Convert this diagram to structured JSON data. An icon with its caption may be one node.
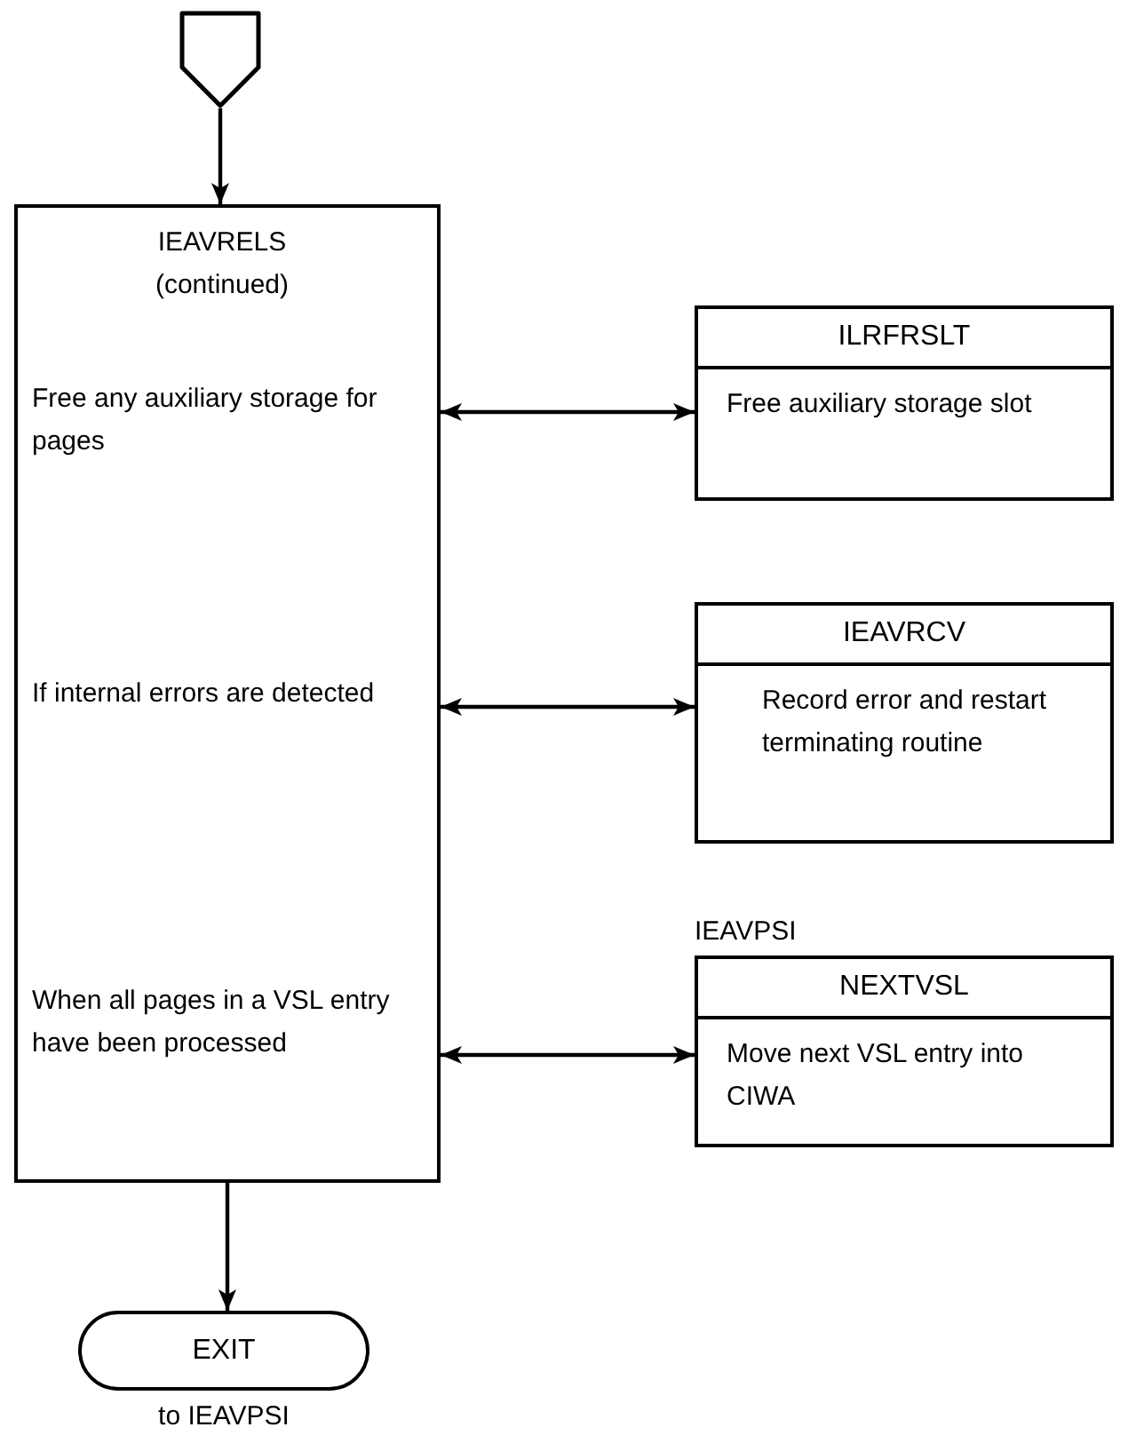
{
  "diagram": {
    "nodes": [
      {
        "text": [],
        "shape": "pentagon"
      },
      {
        "text": [
          "IEAVRELS (continued)",
          "Free any auxiliary storage for pages",
          "If internal errors are detected",
          "When all pages in a VSL entry have been processed"
        ]
      },
      {
        "text": [
          "ILRFRSLT",
          "Free auxiliary storage slot"
        ]
      },
      {
        "text": [
          "IEAVRCV",
          "Record error and restart terminating routine"
        ]
      },
      {
        "text": [
          "NEXTVSL",
          "Move next VSL entry into CIWA"
        ],
        "beside": [
          "IEAVPSI"
        ]
      },
      {
        "text": [
          "EXIT"
        ],
        "beside": [
          "to IEAVPSI"
        ]
      }
    ],
    "edges": [
      {
        "from": 0,
        "to": 1,
        "arrow": "to"
      },
      {
        "from": 1,
        "to": 2,
        "arrow": "both"
      },
      {
        "from": 1,
        "to": 3,
        "arrow": "both"
      },
      {
        "from": 1,
        "to": 4,
        "arrow": "both"
      },
      {
        "from": 1,
        "to": 5,
        "arrow": "to"
      }
    ]
  }
}
